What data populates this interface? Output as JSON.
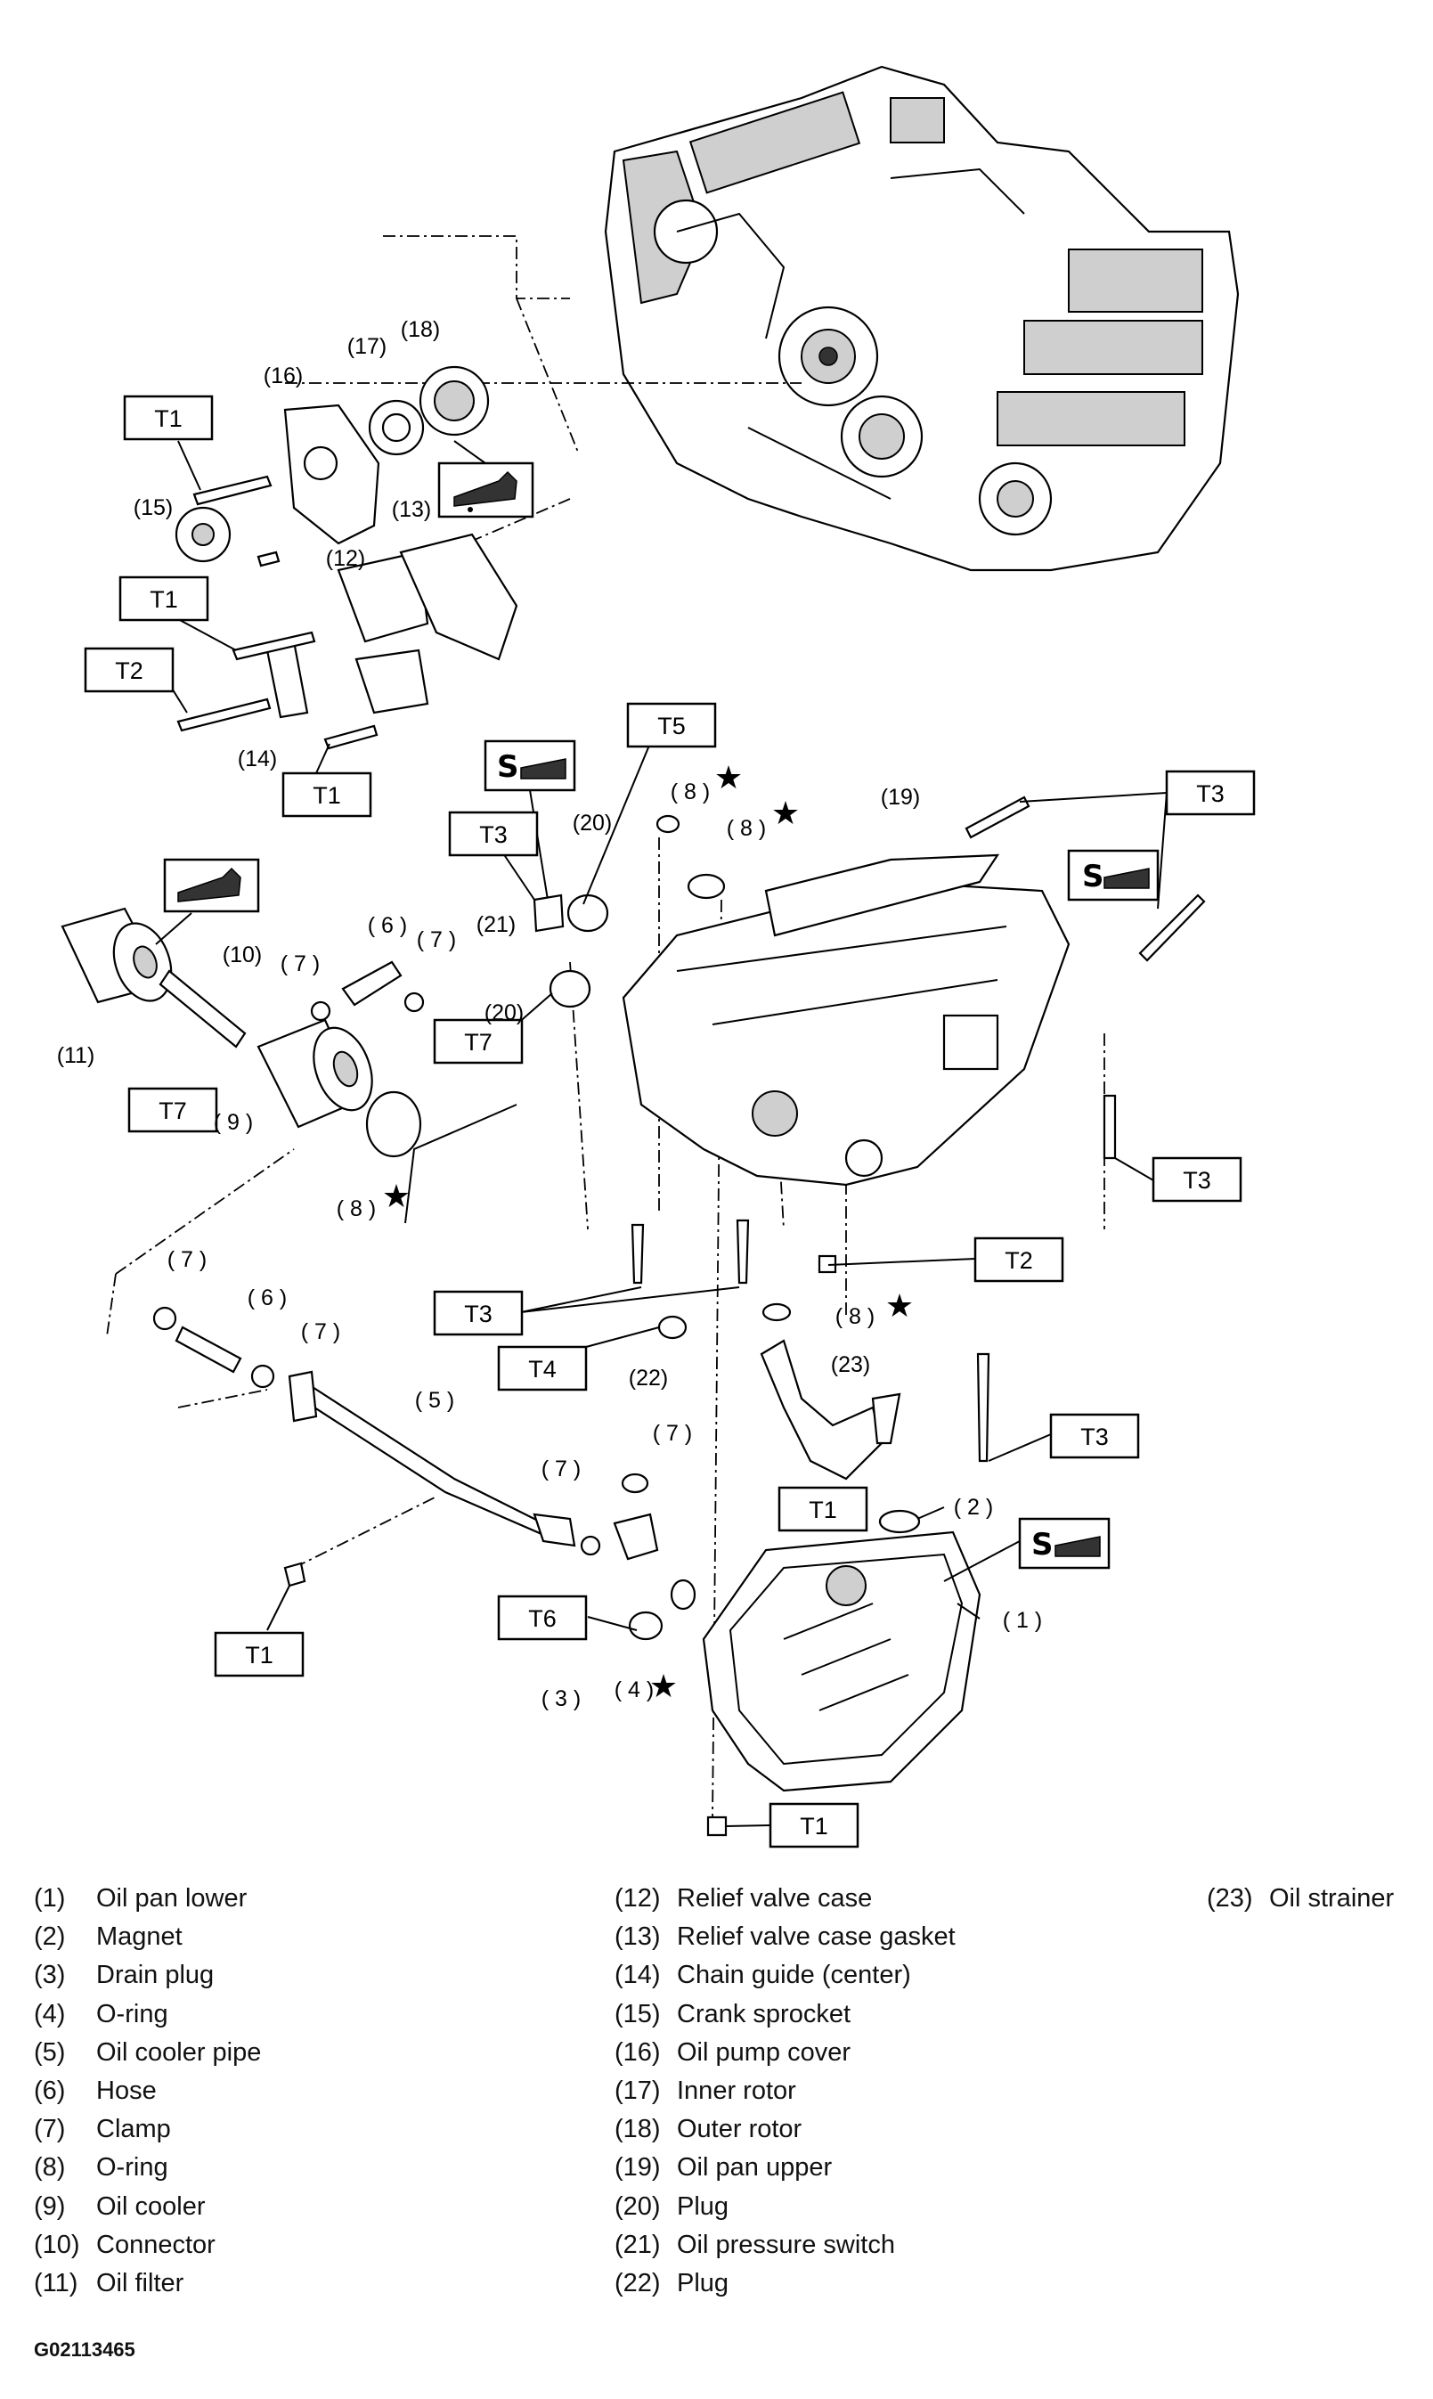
{
  "torque_labels": {
    "t1": "T1",
    "t2": "T2",
    "t3": "T3",
    "t4": "T4",
    "t5": "T5",
    "t6": "T6",
    "t7": "T7"
  },
  "callouts": {
    "c1": "( 1 )",
    "c2": "( 2 )",
    "c3": "( 3 )",
    "c4": "( 4 )",
    "c5": "( 5 )",
    "c6": "( 6 )",
    "c7": "( 7 )",
    "c8": "( 8 )",
    "c9": "( 9 )",
    "c10": "(10)",
    "c11": "(11)",
    "c12": "(12)",
    "c13": "(13)",
    "c14": "(14)",
    "c15": "(15)",
    "c16": "(16)",
    "c17": "(17)",
    "c18": "(18)",
    "c19": "(19)",
    "c20": "(20)",
    "c21": "(21)",
    "c22": "(22)",
    "c23": "(23)"
  },
  "legend": {
    "col1": [
      {
        "num": "(1)",
        "name": "Oil pan lower"
      },
      {
        "num": "(2)",
        "name": "Magnet"
      },
      {
        "num": "(3)",
        "name": "Drain plug"
      },
      {
        "num": "(4)",
        "name": "O-ring"
      },
      {
        "num": "(5)",
        "name": "Oil cooler pipe"
      },
      {
        "num": "(6)",
        "name": "Hose"
      },
      {
        "num": "(7)",
        "name": "Clamp"
      },
      {
        "num": "(8)",
        "name": "O-ring"
      },
      {
        "num": "(9)",
        "name": "Oil cooler"
      },
      {
        "num": "(10)",
        "name": "Connector"
      },
      {
        "num": "(11)",
        "name": "Oil filter"
      }
    ],
    "col2": [
      {
        "num": "(12)",
        "name": "Relief valve case"
      },
      {
        "num": "(13)",
        "name": "Relief valve case gasket"
      },
      {
        "num": "(14)",
        "name": "Chain guide (center)"
      },
      {
        "num": "(15)",
        "name": "Crank sprocket"
      },
      {
        "num": "(16)",
        "name": "Oil pump cover"
      },
      {
        "num": "(17)",
        "name": "Inner rotor"
      },
      {
        "num": "(18)",
        "name": "Outer rotor"
      },
      {
        "num": "(19)",
        "name": "Oil pan upper"
      },
      {
        "num": "(20)",
        "name": "Plug"
      },
      {
        "num": "(21)",
        "name": "Oil pressure switch"
      },
      {
        "num": "(22)",
        "name": "Plug"
      }
    ],
    "col3": [
      {
        "num": "(23)",
        "name": "Oil strainer"
      }
    ]
  },
  "figure_code": "G02113465"
}
